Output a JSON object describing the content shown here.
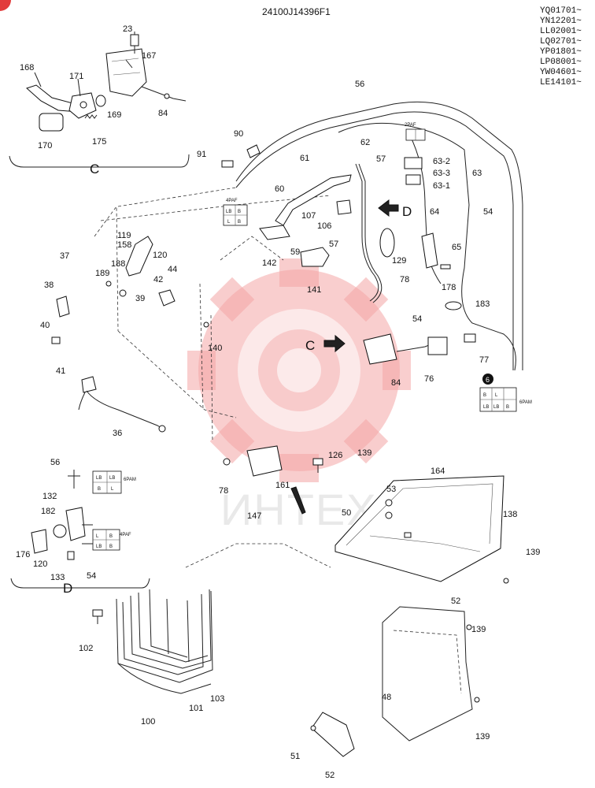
{
  "header": {
    "drawing_no": "24100J14396F1",
    "serials": [
      "YQ01701~",
      "YN12201~",
      "LL02001~",
      "LQ02701~",
      "YP01801~",
      "LP08001~",
      "YW04601~",
      "LE14101~"
    ]
  },
  "page_number": "52",
  "watermark": {
    "text": "ИНТЕХ",
    "color": "#f4a6a6"
  },
  "detail_views": {
    "c": "C",
    "d": "D"
  },
  "connectors": {
    "c_4p_top": "4PAF",
    "c_2p": "2PAF",
    "c_6p_right": "6PAM",
    "d_6p": "6PAM",
    "d_4p": "4PAF",
    "num6": "6",
    "pins": [
      "LB",
      "B",
      "L",
      "LB",
      "L",
      "B"
    ]
  },
  "callouts": {
    "p23": "23",
    "p167": "167",
    "p168": "168",
    "p171": "171",
    "p169": "169",
    "p84a": "84",
    "p170": "170",
    "p175": "175",
    "p56": "56",
    "p90": "90",
    "p91": "91",
    "p62": "62",
    "p57a": "57",
    "p61": "61",
    "p60": "60",
    "p107": "107",
    "p106": "106",
    "p59": "59",
    "p57b": "57",
    "p142": "142",
    "p141": "141",
    "p63_2": "63-2",
    "p63_3": "63-3",
    "p63": "63",
    "p63_1": "63-1",
    "p64": "64",
    "p54a": "54",
    "p65": "65",
    "p129": "129",
    "p78a": "78",
    "p178": "178",
    "p183": "183",
    "p119": "119",
    "p158": "158",
    "p120a": "120",
    "p37": "37",
    "p188": "188",
    "p189": "189",
    "p44": "44",
    "p42": "42",
    "p38": "38",
    "p39": "39",
    "p40": "40",
    "p140": "140",
    "p41": "41",
    "p36": "36",
    "p54b": "54",
    "p77": "77",
    "p84b": "84",
    "p76": "76",
    "p126": "126",
    "p139a": "139",
    "p164": "164",
    "p78b": "78",
    "p161": "161",
    "p53": "53",
    "p147": "147",
    "p50": "50",
    "p138": "138",
    "p139b": "139",
    "p52": "52",
    "p139c": "139",
    "p48": "48",
    "p139d": "139",
    "p51": "51",
    "p102": "102",
    "p103": "103",
    "p101": "101",
    "p100": "100",
    "p56b": "56",
    "p132": "132",
    "p182": "182",
    "p176": "176",
    "p120b": "120",
    "p133": "133",
    "p54c": "54",
    "arrow_c": "C",
    "arrow_d": "D"
  }
}
